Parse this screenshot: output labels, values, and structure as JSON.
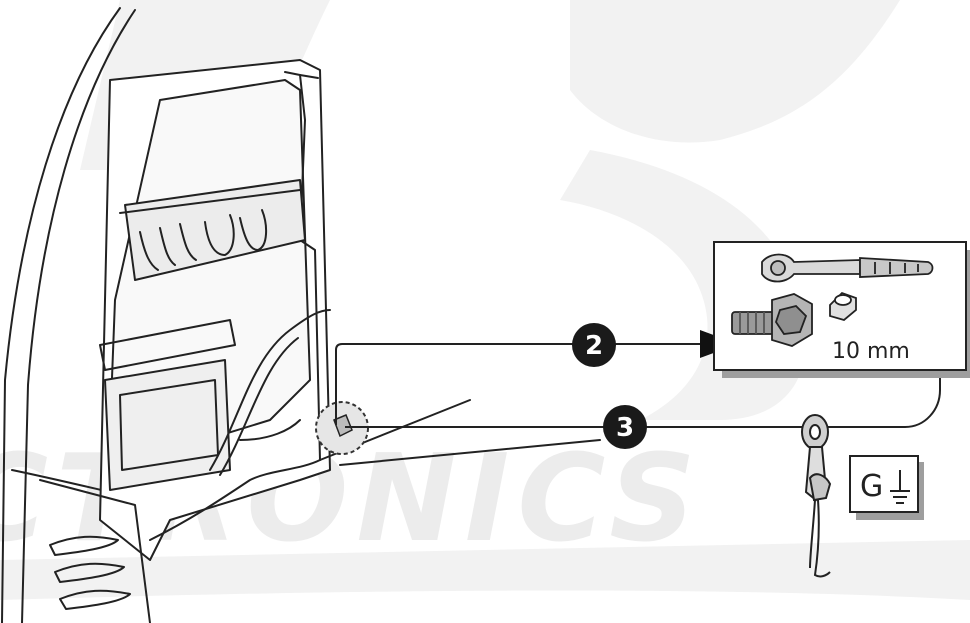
{
  "watermark": {
    "text": "CTRONICS"
  },
  "steps": [
    {
      "number": "2"
    },
    {
      "number": "3"
    }
  ],
  "tools": {
    "socket_size": "10 mm"
  },
  "ground_symbol": {
    "letter": "G"
  }
}
